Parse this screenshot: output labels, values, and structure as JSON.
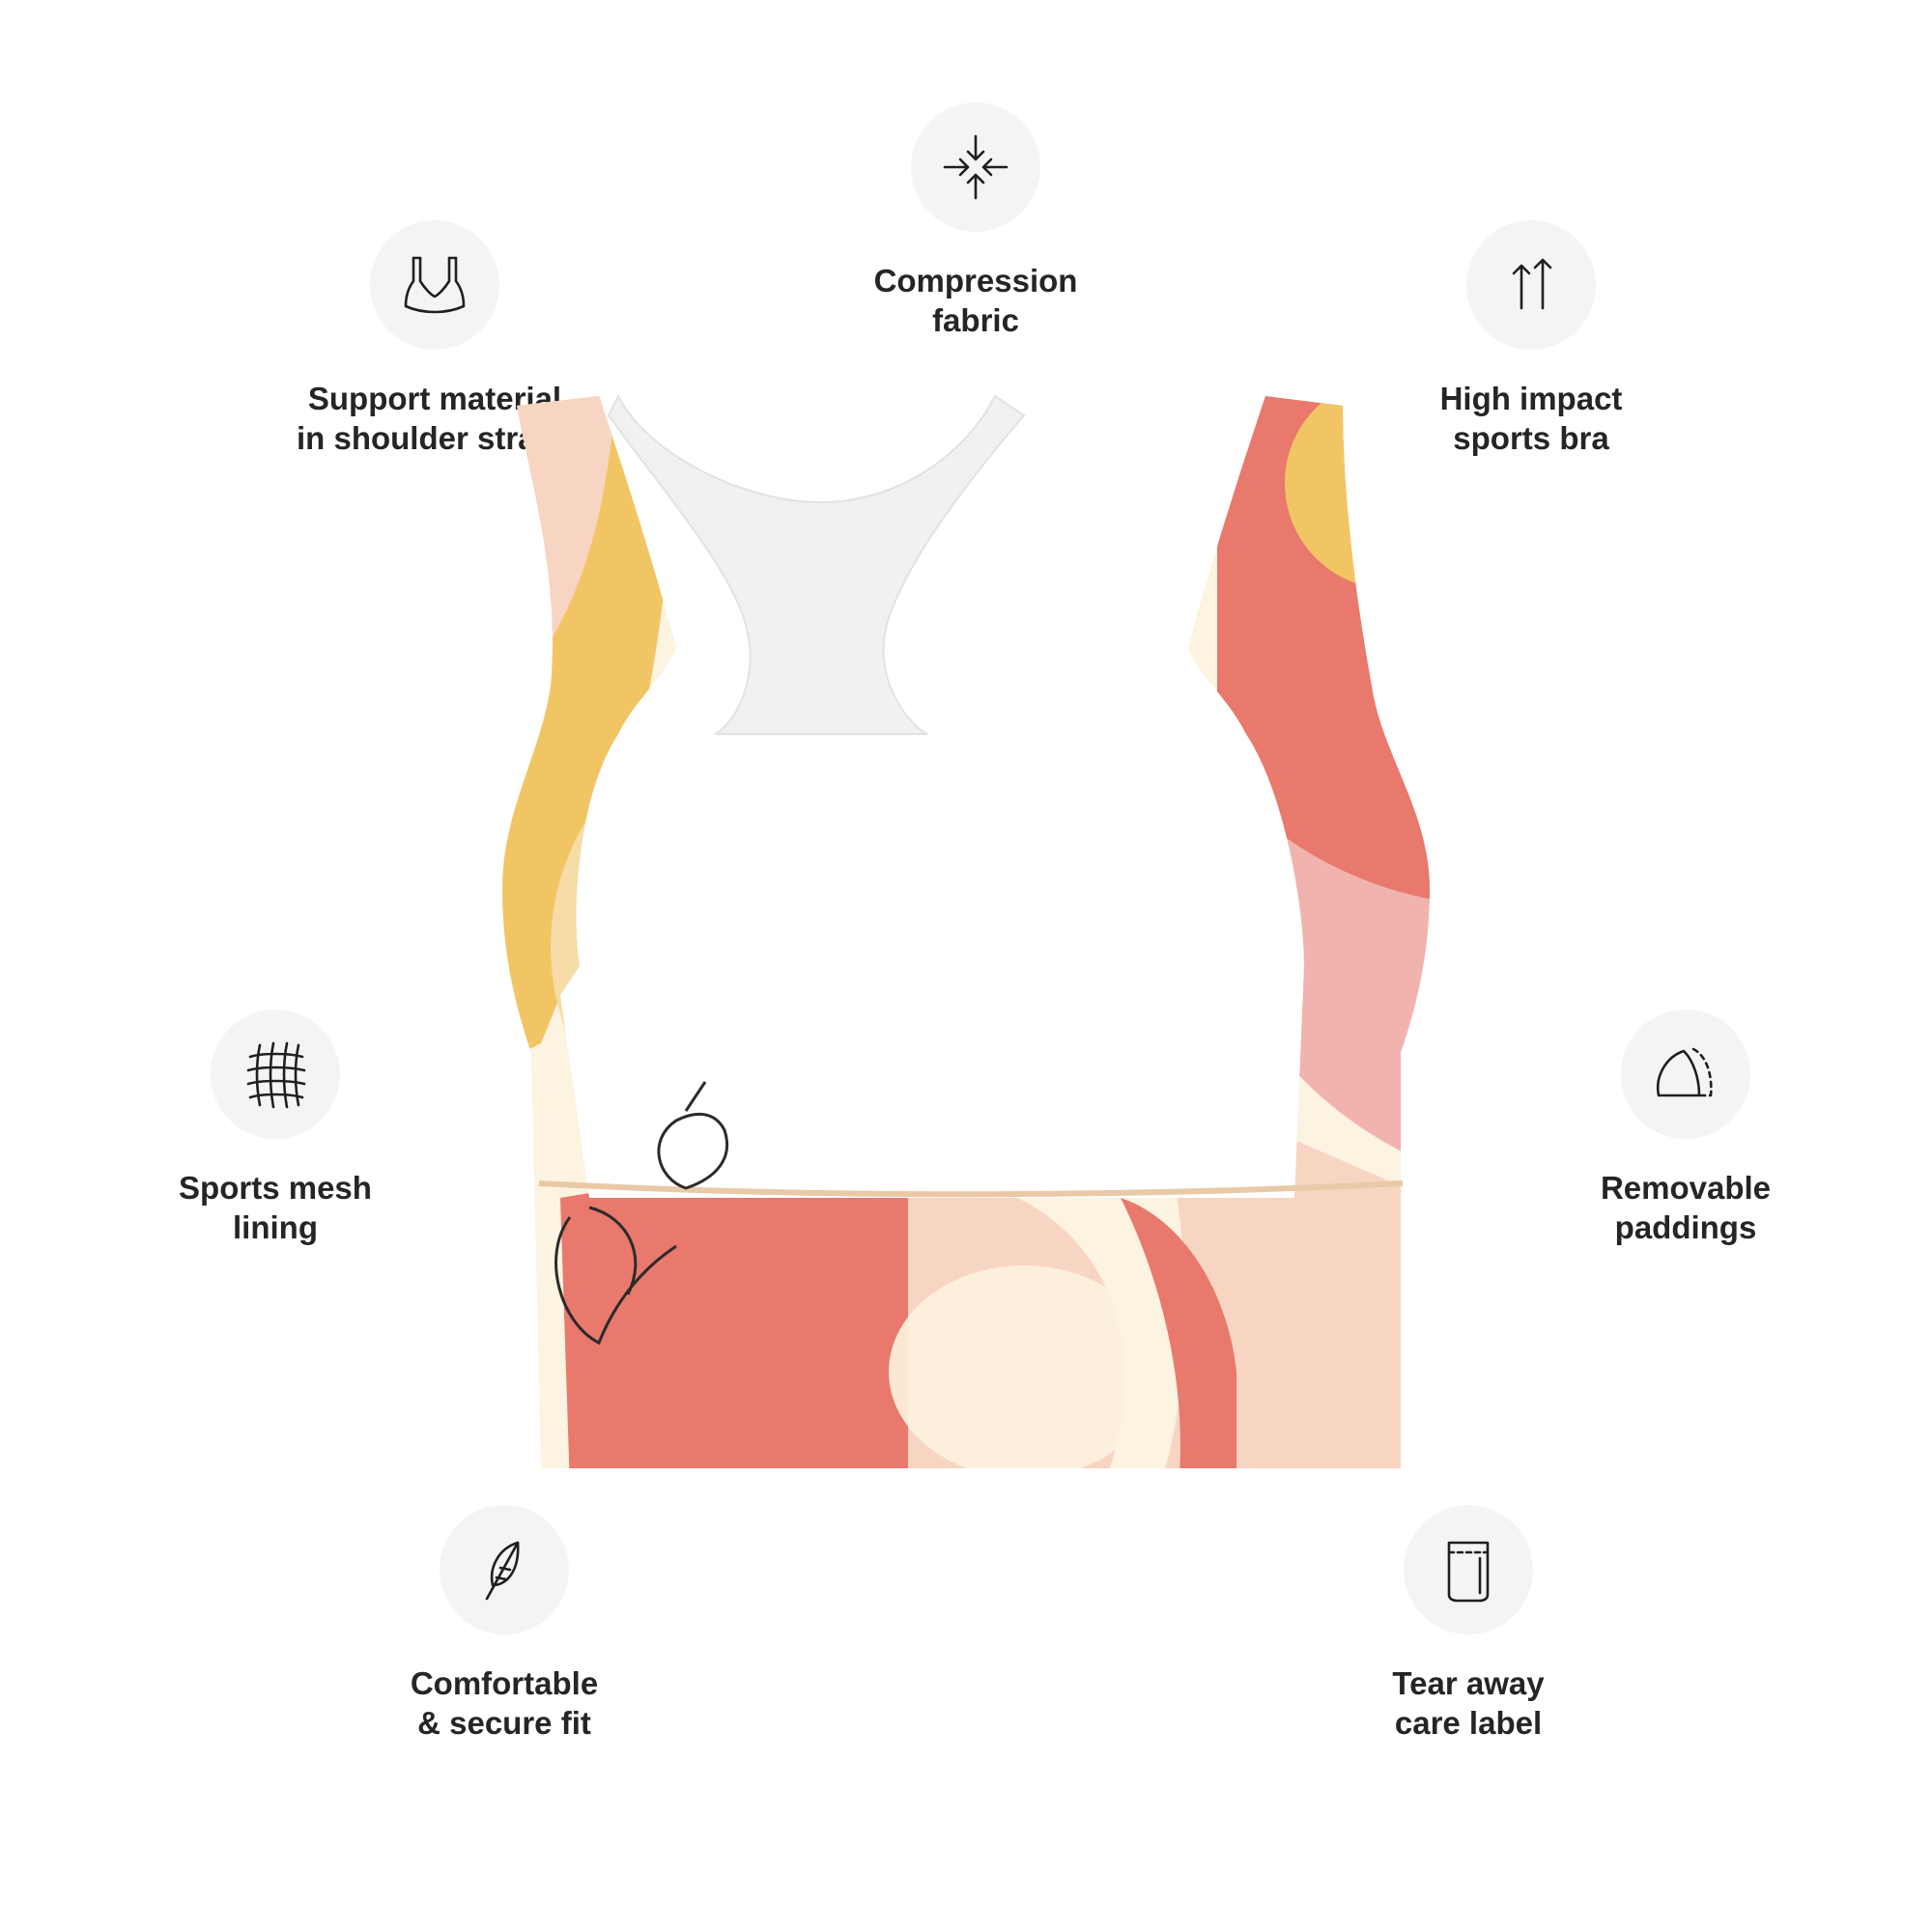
{
  "features": {
    "compression": {
      "line1": "Compression",
      "line2": "fabric",
      "icon": "compress-arrows-icon"
    },
    "support": {
      "line1": "Support material",
      "line2": "in shoulder straps",
      "icon": "bra-straps-icon"
    },
    "high_impact": {
      "line1": "High impact",
      "line2": "sports bra",
      "icon": "up-arrows-icon"
    },
    "mesh": {
      "line1": "Sports mesh",
      "line2": "lining",
      "icon": "mesh-net-icon"
    },
    "paddings": {
      "line1": "Removable",
      "line2": "paddings",
      "icon": "padding-cup-icon"
    },
    "fit": {
      "line1": "Comfortable",
      "line2": "& secure fit",
      "icon": "feather-icon"
    },
    "care_label": {
      "line1": "Tear away",
      "line2": "care label",
      "icon": "care-label-icon"
    }
  },
  "colors": {
    "icon_bg": "#f4f4f4",
    "text": "#252525",
    "print_yellow": "#f2c564",
    "print_coral": "#e8796c",
    "print_pink": "#f1b3ae",
    "print_cream": "#fcf3e0",
    "print_peach": "#f8d5c2",
    "mesh_white": "#f1f1f1"
  }
}
